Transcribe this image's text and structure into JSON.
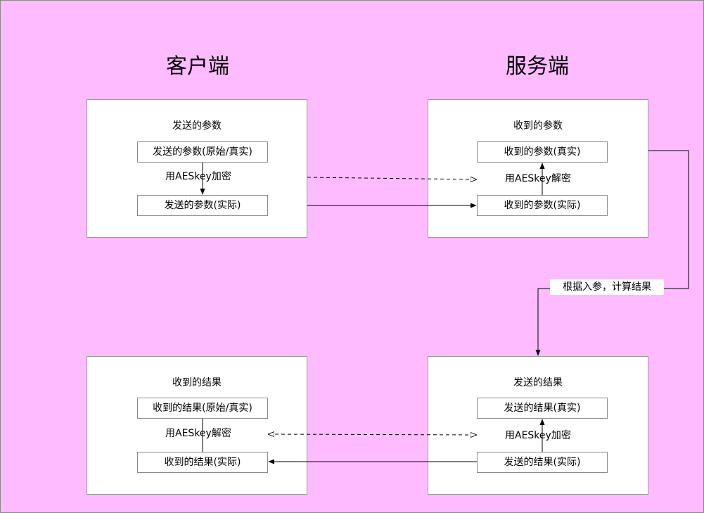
{
  "colors": {
    "background": "#ffbbff",
    "box_fill": "#ffffff",
    "border": "#9a9a9a",
    "edge": "#000000"
  },
  "headings": {
    "client": "客户端",
    "server": "服务端"
  },
  "client_send": {
    "title": "发送的参数",
    "original": "发送的参数(原始/真实)",
    "encrypt_label": "用AESkey加密",
    "actual": "发送的参数(实际)"
  },
  "server_receive": {
    "title": "收到的参数",
    "real": "收到的参数(真实)",
    "decrypt_label": "用AESkey解密",
    "actual": "收到的参数(实际)"
  },
  "server_compute_label": "根据入参，计算结果",
  "server_send": {
    "title": "发送的结果",
    "real": "发送的结果(真实)",
    "encrypt_label": "用AESkey加密",
    "actual": "发送的结果(实际)"
  },
  "client_receive": {
    "title": "收到的结果",
    "original": "收到的结果(原始/真实)",
    "decrypt_label": "用AESkey解密",
    "actual": "收到的结果(实际)"
  }
}
